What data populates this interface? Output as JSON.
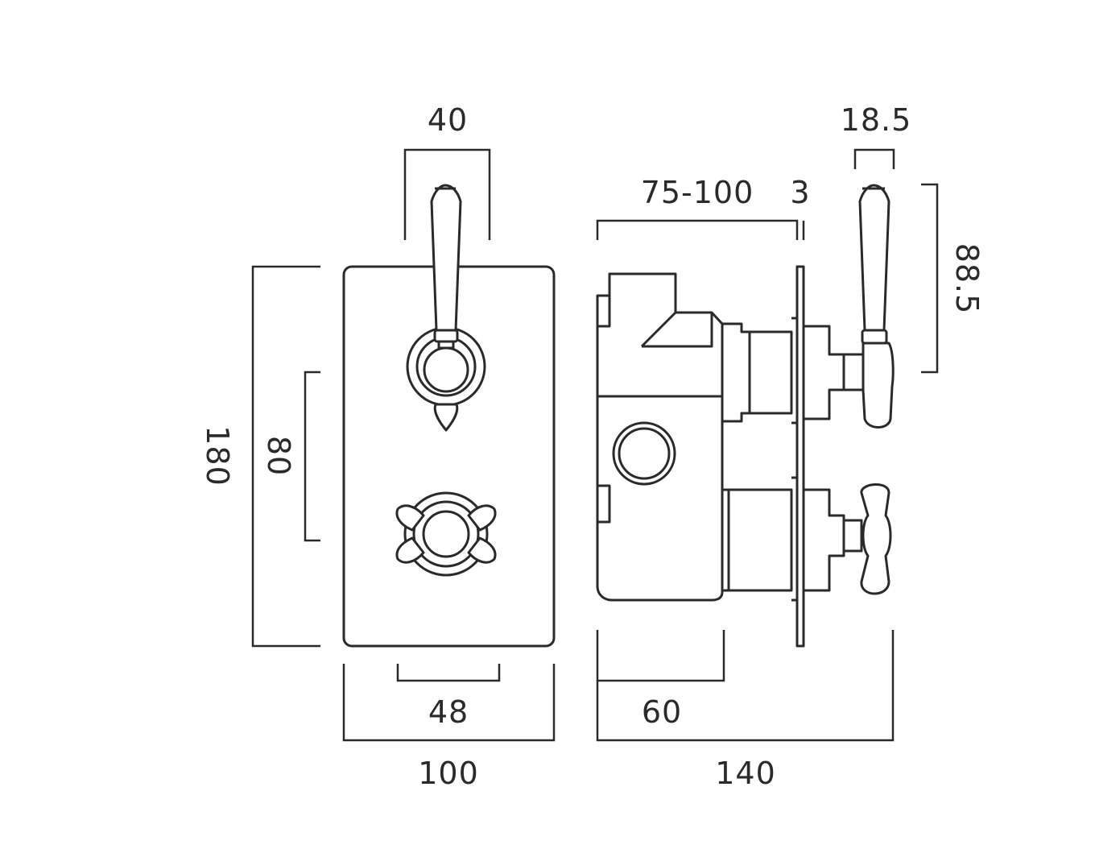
{
  "dimensions": {
    "front_handle_width": "40",
    "front_height": "180",
    "front_centres": "80",
    "front_inner_width": "48",
    "front_width": "100",
    "side_wall_depth": "75-100",
    "side_plate_thickness": "3",
    "side_handle_width": "18.5",
    "side_handle_height": "88.5",
    "side_body_depth": "60",
    "side_total_depth": "140"
  }
}
